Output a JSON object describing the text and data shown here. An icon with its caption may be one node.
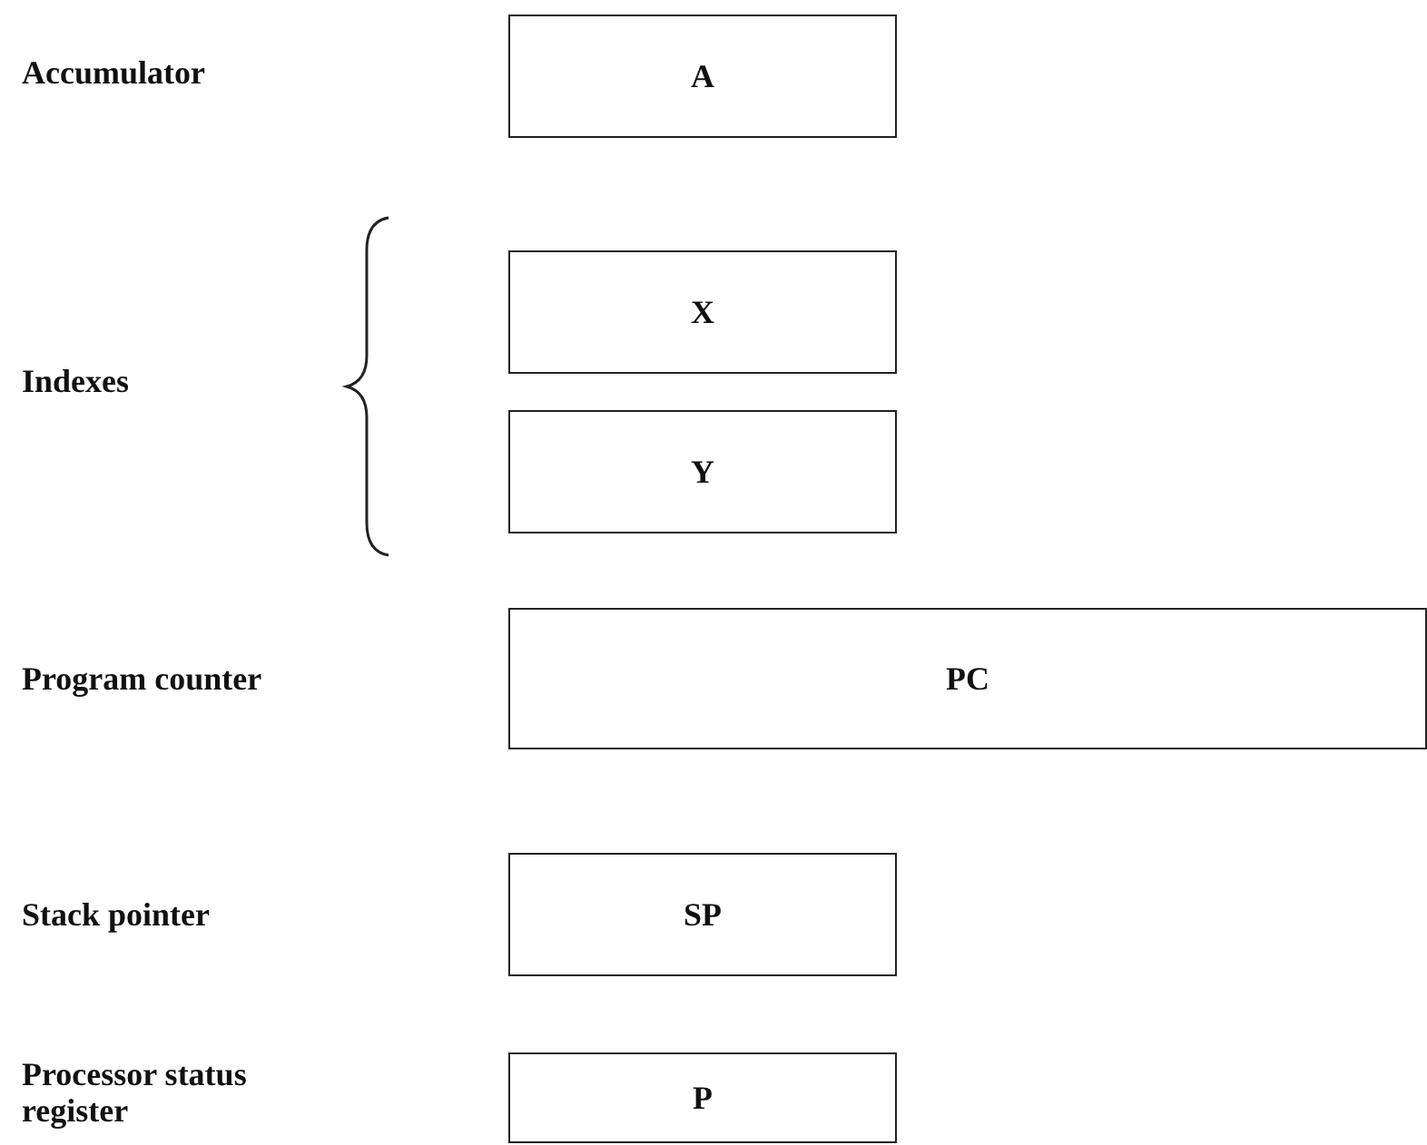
{
  "diagram": {
    "nodes": [
      {
        "text": [
          "A"
        ]
      },
      {
        "text": [
          "X"
        ]
      },
      {
        "text": [
          "Y"
        ]
      },
      {
        "text": [
          "PC"
        ]
      },
      {
        "text": [
          "SP"
        ]
      },
      {
        "text": [
          "P"
        ]
      }
    ],
    "labels": [
      "Accumulator",
      "Indexes",
      "Program counter",
      "Stack pointer",
      "Processor status register"
    ]
  }
}
